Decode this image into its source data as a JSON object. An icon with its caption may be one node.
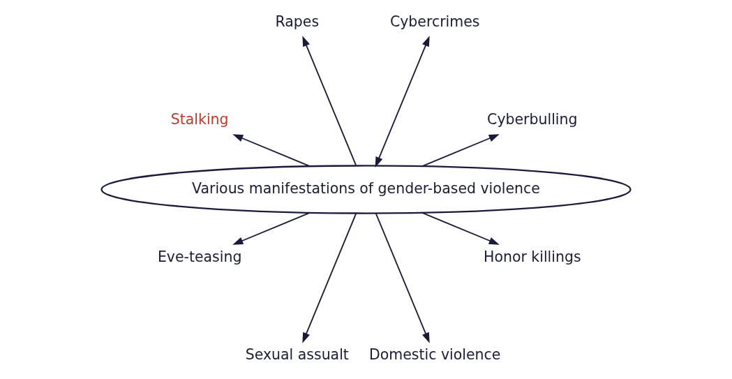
{
  "diagram": {
    "nodes": [
      {
        "text": [
          "Various manifestations of gender-based violence"
        ]
      },
      {
        "text": [
          "Cyberbulling"
        ]
      },
      {
        "text": [
          "Cybercrimes"
        ]
      },
      {
        "text": [
          "Rapes"
        ]
      },
      {
        "text": [
          "Stalking"
        ]
      },
      {
        "text": [
          "Eve-teasing"
        ]
      },
      {
        "text": [
          "Sexual assualt"
        ]
      },
      {
        "text": [
          "Domestic violence"
        ]
      },
      {
        "text": [
          "Honor killings"
        ]
      }
    ],
    "edges": [
      {
        "from": 0,
        "to": 1,
        "arrow": "to"
      },
      {
        "from": 0,
        "to": 2,
        "arrow": "both"
      },
      {
        "from": 0,
        "to": 3,
        "arrow": "to"
      },
      {
        "from": 0,
        "to": 4,
        "arrow": "to"
      },
      {
        "from": 0,
        "to": 5,
        "arrow": "to"
      },
      {
        "from": 0,
        "to": 6,
        "arrow": "to"
      },
      {
        "from": 0,
        "to": 7,
        "arrow": "to"
      },
      {
        "from": 0,
        "to": 8,
        "arrow": "to"
      }
    ]
  }
}
